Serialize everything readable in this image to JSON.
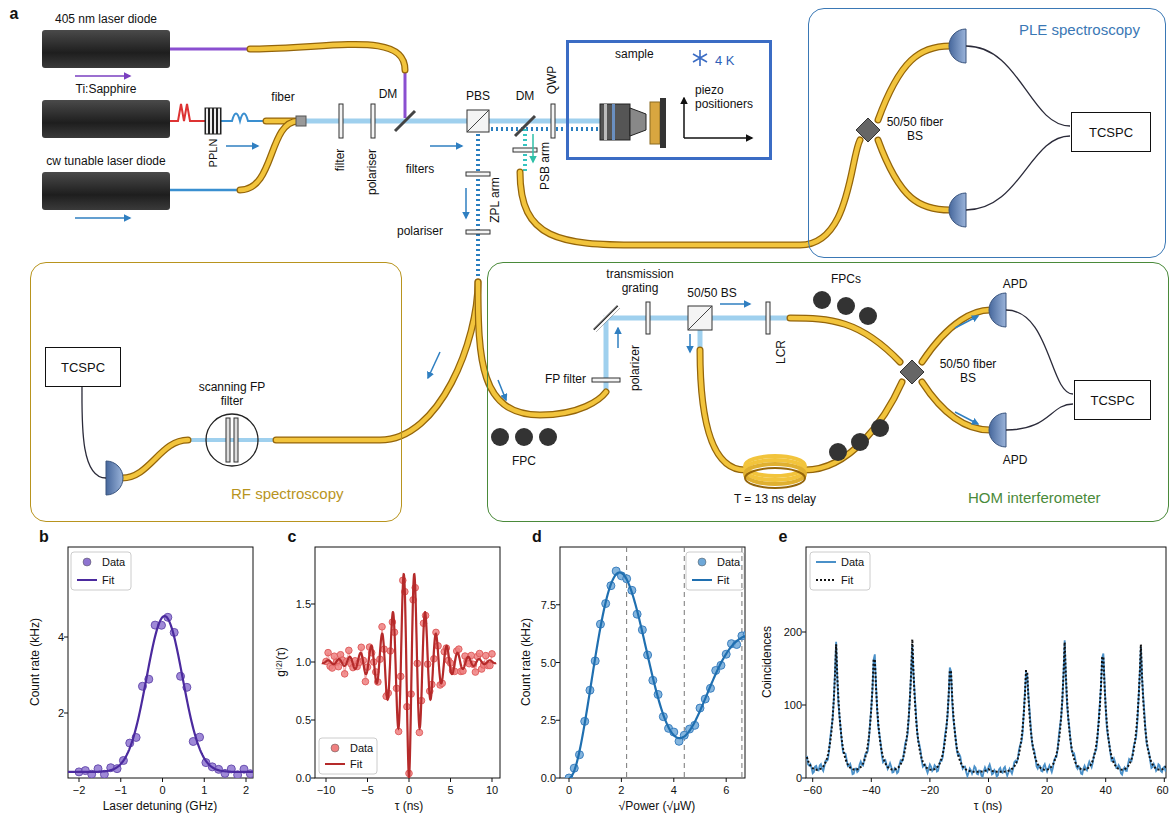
{
  "diagram": {
    "nodes": [
      {
        "text": [
          "405 nm laser diode"
        ]
      },
      {
        "text": [
          "Ti:Sapphire"
        ]
      },
      {
        "text": [
          "cw tunable laser diode"
        ]
      },
      {
        "text": [
          "sample",
          "4 K",
          "piezo positioners"
        ]
      },
      {
        "text": [
          "PLE spectroscopy"
        ]
      },
      {
        "text": [
          "TCSPC"
        ],
        "in": 4
      },
      {
        "text": [
          "RF spectroscopy"
        ]
      },
      {
        "text": [
          "TCSPC"
        ],
        "in": 6
      },
      {
        "text": [
          "HOM interferometer"
        ]
      },
      {
        "text": [
          "TCSPC"
        ],
        "in": 8
      }
    ],
    "labels": [
      "a",
      "PPLN",
      "fiber",
      "filter",
      "polariser",
      "DM",
      "PBS",
      "DM",
      "QWP",
      "filters",
      "polariser",
      "ZPL arm",
      "PSB arm",
      "50/50 fiber BS",
      "scanning FP filter",
      "transmission grating",
      "FP filter",
      "polarizer",
      "50/50 BS",
      "LCR",
      "FPCs",
      "APD",
      "APD",
      "50/50 fiber BS",
      "T = 13 ns delay",
      "FPC",
      "b",
      "Count rate (kHz)",
      "2",
      "4",
      "−2",
      "−1",
      "0",
      "1",
      "2",
      "Laser detuning (GHz)",
      "c",
      "g⁽²⁾(τ)",
      "0.0",
      "0.5",
      "1.0",
      "1.5",
      "−10",
      "−5",
      "0",
      "5",
      "10",
      "τ (ns)",
      "d",
      "Count rate (kHz)",
      "0.0",
      "2.5",
      "5.0",
      "7.5",
      "0",
      "2",
      "4",
      "6",
      "√Power (√μW)",
      "e",
      "Coincidences",
      "0",
      "100",
      "200",
      "−60",
      "−40",
      "−20",
      "0",
      "20",
      "40",
      "60",
      "τ (ns)"
    ],
    "legend": [
      {
        "text": "Data"
      },
      {
        "text": "Fit"
      },
      {
        "text": "Data"
      },
      {
        "text": "Fit"
      },
      {
        "text": "Data"
      },
      {
        "text": "Fit"
      },
      {
        "text": "Data"
      },
      {
        "text": "Fit"
      }
    ]
  }
}
